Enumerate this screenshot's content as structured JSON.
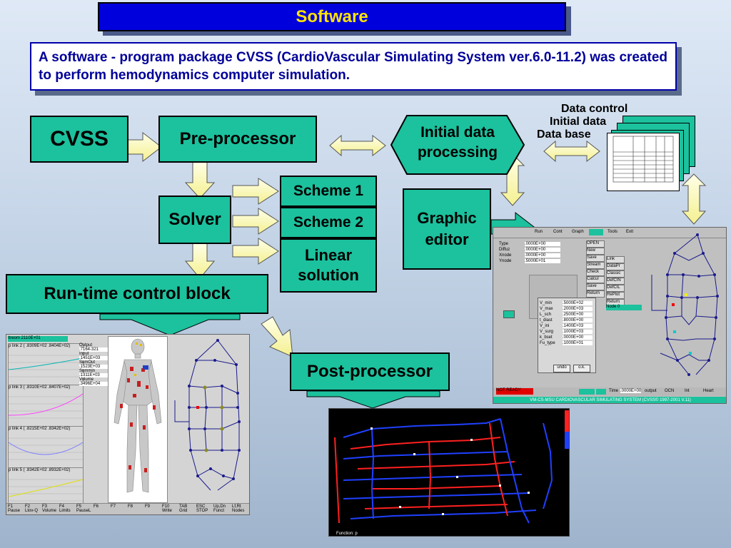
{
  "title": "Software",
  "description": "A software - program package CVSS (CardioVascular Simulating System ver.6.0-11.2) was created to perform hemodynamics computer simulation.",
  "boxes": {
    "cvss": "CVSS",
    "preprocessor": "Pre-processor",
    "solver": "Solver",
    "scheme1": "Scheme 1",
    "scheme2": "Scheme 2",
    "linear": "Linear solution",
    "runtime": "Run-time control block",
    "postprocessor": "Post-processor",
    "initial_data_processing": "Initial data processing"
  },
  "labels": {
    "graphic_editor": "Graphic editor",
    "data_control": "Data control",
    "initial_data": "Initial data",
    "data_base": "Data base"
  },
  "editor_window": {
    "menu": [
      "Run",
      "Cont",
      "Graph",
      "",
      "Tools",
      "Exit"
    ],
    "fields": [
      {
        "name": "Type",
        "value": ".0000E+00"
      },
      {
        "name": "Diffuz",
        "value": ".0000E+00"
      },
      {
        "name": "Xnode",
        "value": ".0000E+00"
      },
      {
        "name": "Ynode",
        "value": ".5000E+01"
      }
    ],
    "side_buttons": [
      "OPEN",
      "New",
      "Save",
      "Stream",
      "Check",
      "Calcul",
      "Save",
      "Return"
    ],
    "right_buttons": [
      "Link",
      "DataPr",
      "Classic",
      "DefCIN",
      "DefCIL",
      "RePlot",
      "Return"
    ],
    "params": [
      {
        "name": "V_min",
        "value": ".5000E+02"
      },
      {
        "name": "V_max",
        "value": ".2000E+03"
      },
      {
        "name": "L_sch",
        "value": ".2500E+00"
      },
      {
        "name": "t_diast",
        "value": ".8000E+00"
      },
      {
        "name": "V_ini",
        "value": ".1400E+03"
      },
      {
        "name": "V_surg",
        "value": ".1000E+03"
      },
      {
        "name": "k_bset",
        "value": ".0000E+00"
      },
      {
        "name": "Fu_type",
        "value": ".1000E+01"
      }
    ],
    "undo": "undo",
    "ok": "o.k.",
    "node": "Node      0",
    "status_not_ready": "NOT READY",
    "status_time_label": "Time",
    "status_time": ".0000E+00",
    "status_output": "output",
    "status_ocn": "OCN",
    "status_int": "Int",
    "status_heart": "Heart",
    "footer": "VM-CS-MSU CARDIOVASCULAR SIMULATING SYSTEM (CVSS© 1997-2001 V.11)"
  },
  "runtime_window": {
    "header": "Itreom   2110E+01",
    "plots": [
      {
        "label": "p  link   2   (  .8309E+02  .8404E+02)",
        "color": "#00b4b4"
      },
      {
        "label": "p  link   3   (  .8310E+02  .8407E+02)",
        "color": "#ff40ff"
      },
      {
        "label": "p  link   4   (  .8215E+02  .8342E+02)",
        "color": "#8080ff"
      },
      {
        "label": "p  link   5   (  .8342E+02  .8932E+02)",
        "color": "#e0e000"
      }
    ],
    "readouts": [
      {
        "name": "Output",
        "value": ".7164-321"
      },
      {
        "name": "Input",
        "value": ".1451E+03"
      },
      {
        "name": "SumOut",
        "value": ".1523E+03"
      },
      {
        "name": "Summin",
        "value": ".1311E+03"
      },
      {
        "name": "Volume",
        "value": ".3496E+04"
      }
    ],
    "fkeys": [
      {
        "key": "F1",
        "label": "Pause"
      },
      {
        "key": "F2",
        "label": "Ltov-Q"
      },
      {
        "key": "F3",
        "label": "Volume"
      },
      {
        "key": "F4",
        "label": "Limits"
      },
      {
        "key": "F5",
        "label": "PauseL"
      },
      {
        "key": "F6",
        "label": ""
      },
      {
        "key": "F7",
        "label": ""
      },
      {
        "key": "F8",
        "label": ""
      },
      {
        "key": "F9",
        "label": ""
      },
      {
        "key": "F10",
        "label": "Write"
      },
      {
        "key": "TAB",
        "label": "Grid"
      },
      {
        "key": "ESC",
        "label": "STOP"
      },
      {
        "key": "Up,Dn",
        "label": "Funct"
      },
      {
        "key": "Lf,Rt",
        "label": "Nodes"
      }
    ]
  },
  "post_window": {
    "footer": "Function: p"
  },
  "colors": {
    "box_fill": "#1cc19d",
    "arrow_fill": "#ffffb0",
    "title_bg": "#0000dd",
    "title_text": "#ffe300",
    "desc_text": "#000099"
  }
}
